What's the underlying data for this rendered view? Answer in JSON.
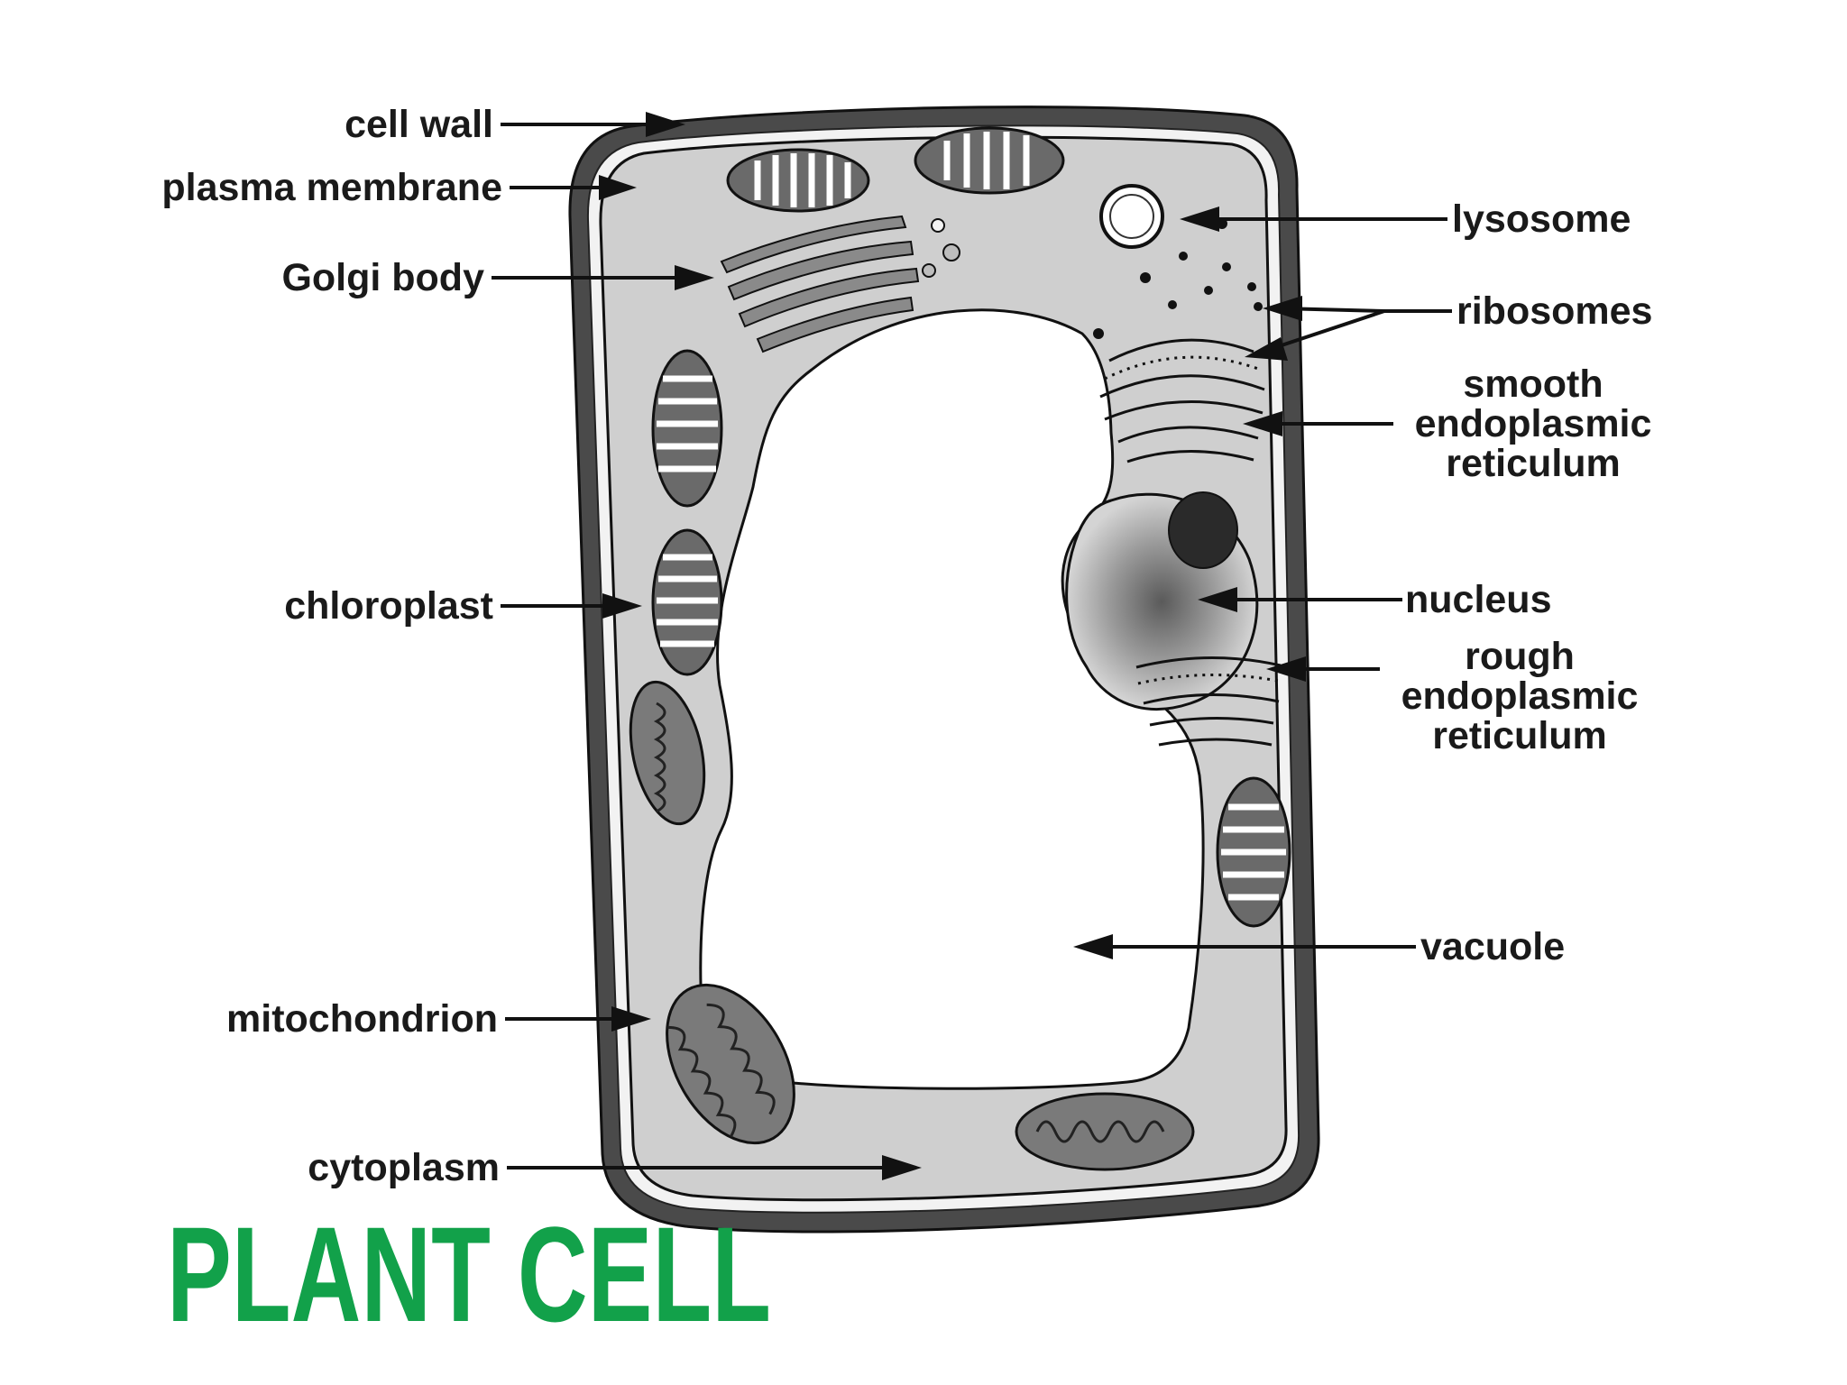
{
  "title": "PLANT CELL",
  "colors": {
    "title": "#12a14a",
    "cell_wall": "#4a4a4a",
    "cytoplasm": "#cfcfcf",
    "vacuole": "#ffffff",
    "organelle_dark": "#7a7a7a",
    "nucleolus": "#2a2a2a"
  },
  "labels": {
    "cell_wall": "cell wall",
    "plasma_membrane": "plasma membrane",
    "golgi_body": "Golgi body",
    "chloroplast": "chloroplast",
    "mitochondrion": "mitochondrion",
    "cytoplasm": "cytoplasm",
    "lysosome": "lysosome",
    "ribosomes": "ribosomes",
    "smooth_er": [
      "smooth",
      "endoplasmic",
      "reticulum"
    ],
    "nucleus": "nucleus",
    "rough_er": [
      "rough",
      "endoplasmic",
      "reticulum"
    ],
    "vacuole": "vacuole"
  }
}
